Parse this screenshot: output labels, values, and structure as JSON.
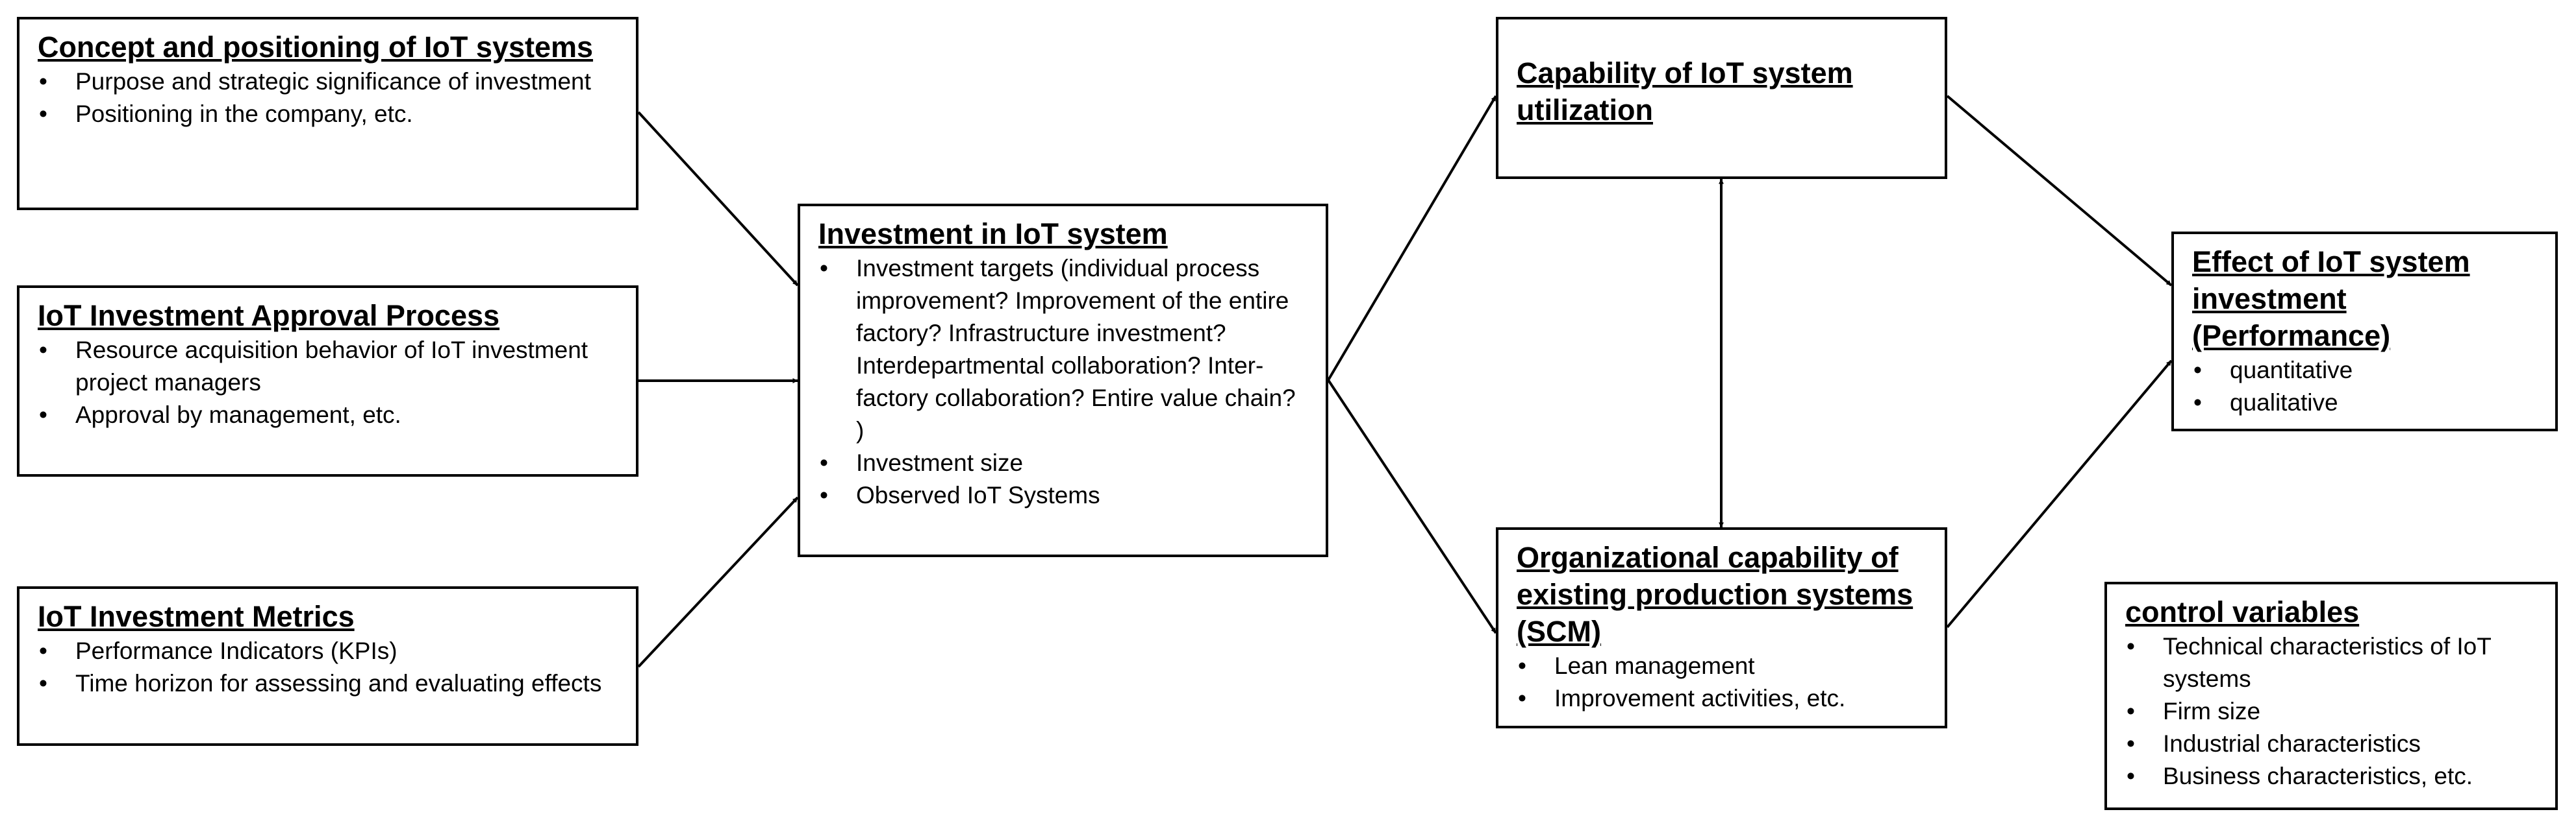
{
  "boxes": {
    "concept": {
      "title": "Concept and positioning of IoT systems",
      "items": [
        "Purpose and strategic significance of investment",
        "Positioning in the company, etc."
      ]
    },
    "approval": {
      "title": "IoT Investment Approval Process",
      "items": [
        "Resource acquisition behavior of IoT investment project managers",
        "Approval by management, etc."
      ]
    },
    "metrics": {
      "title": "IoT Investment Metrics",
      "items": [
        "Performance Indicators (KPIs)",
        "Time horizon for assessing and evaluating effects"
      ]
    },
    "investment": {
      "title": "Investment in IoT system",
      "items": [
        "Investment targets (individual process improvement? Improvement of the entire factory? Infrastructure investment? Interdepartmental collaboration? Inter-factory collaboration? Entire value chain? )",
        "Investment size",
        "Observed IoT Systems"
      ]
    },
    "capability": {
      "title": "Capability of IoT system utilization",
      "items": []
    },
    "organizational": {
      "title": "Organizational capability of existing production systems (SCM)",
      "items": [
        "Lean management",
        "Improvement activities, etc."
      ]
    },
    "effect": {
      "title": "Effect of IoT system investment (Performance)",
      "items": [
        "quantitative",
        "qualitative"
      ]
    },
    "control": {
      "title": "control variables",
      "items": [
        "Technical characteristics of IoT systems",
        "Firm size",
        "Industrial characteristics",
        "Business characteristics, etc."
      ]
    }
  },
  "connections": [
    {
      "from": "concept",
      "to": "investment",
      "type": "one-way"
    },
    {
      "from": "approval",
      "to": "investment",
      "type": "one-way"
    },
    {
      "from": "metrics",
      "to": "investment",
      "type": "one-way"
    },
    {
      "from": "investment",
      "to": "capability",
      "type": "one-way"
    },
    {
      "from": "investment",
      "to": "organizational",
      "type": "one-way"
    },
    {
      "from": "capability",
      "to": "organizational",
      "type": "two-way"
    },
    {
      "from": "capability",
      "to": "effect",
      "type": "one-way"
    },
    {
      "from": "organizational",
      "to": "effect",
      "type": "one-way"
    }
  ]
}
